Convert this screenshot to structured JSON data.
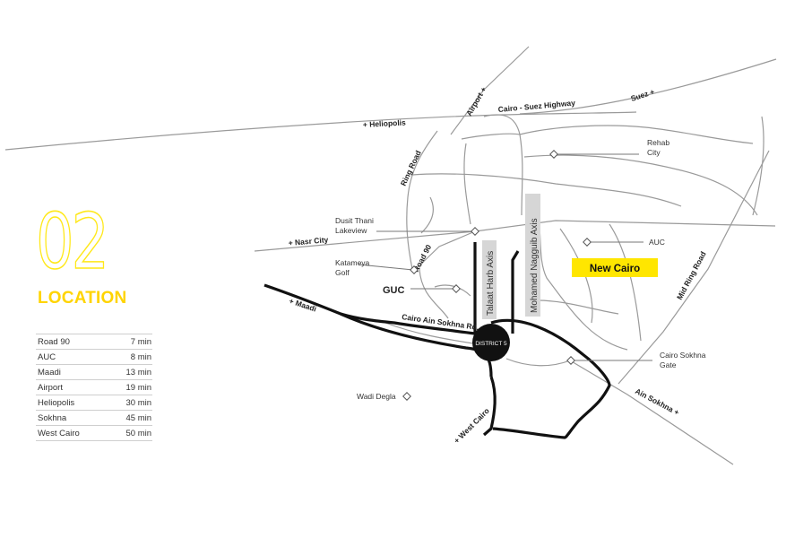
{
  "section": {
    "number": "02",
    "title": "LOCATION"
  },
  "distances": [
    {
      "place": "Road 90",
      "time": "7 min"
    },
    {
      "place": "AUC",
      "time": "8 min"
    },
    {
      "place": "Maadi",
      "time": "13 min"
    },
    {
      "place": "Airport",
      "time": "19 min"
    },
    {
      "place": "Heliopolis",
      "time": "30 min"
    },
    {
      "place": "Sokhna",
      "time": "45 min"
    },
    {
      "place": "West Cairo",
      "time": "50 min"
    }
  ],
  "map": {
    "roads": {
      "heliopolis": "+ Heliopolis",
      "airport": "Airport +",
      "cairo_suez": "Cairo - Suez Highway",
      "suez": "Suez +",
      "ring_road": "Ring Road",
      "nasr_city": "+ Nasr City",
      "road_90": "Road 90",
      "maadi": "+ Maadi",
      "cairo_ain_sokhna": "Cairo Ain Sokhna Rd.",
      "west_cairo": "+ West Cairo",
      "ain_sokhna": "Ain Sokhna +",
      "mid_ring": "Mid Ring Road",
      "talaat_harb": "Talaat Harb Axis",
      "mohamed_naguib": "Mohamed Nagguib Axis"
    },
    "places": {
      "rehab_1": "Rehab",
      "rehab_2": "City",
      "dusit_1": "Dusit Thani",
      "dusit_2": "Lakeview",
      "auc": "AUC",
      "katameya_1": "Katameya",
      "katameya_2": "Golf",
      "guc": "GUC",
      "new_cairo": "New Cairo",
      "gate_1": "Cairo Sokhna",
      "gate_2": "Gate",
      "wadi_degla": "Wadi Degla",
      "district": "DISTRICT 5"
    },
    "colors": {
      "highlight": "#ffe600",
      "section_accent": "#ffd400",
      "project_dot": "#111111"
    }
  }
}
